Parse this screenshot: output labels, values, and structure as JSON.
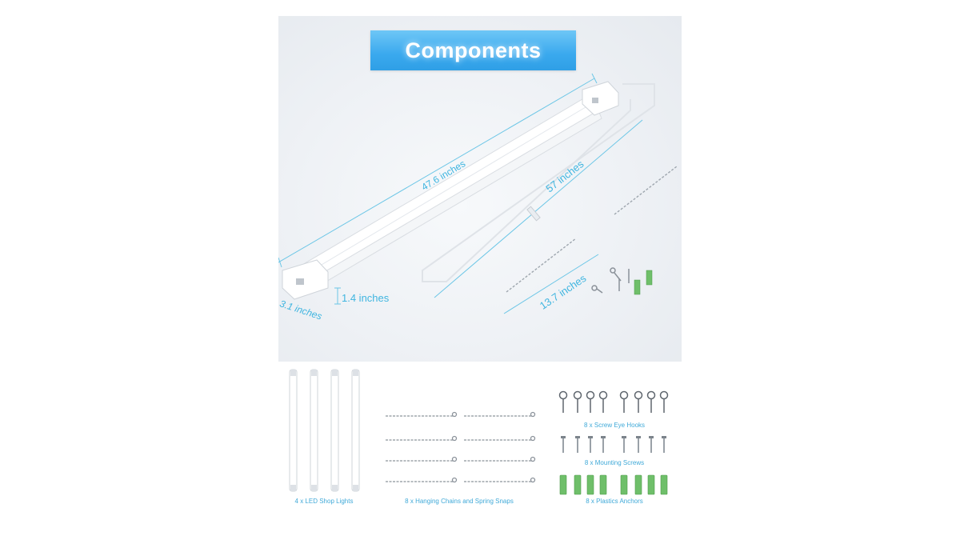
{
  "banner": {
    "title": "Components"
  },
  "dimensions": {
    "length": "47.6 inches",
    "cord_length": "57 inches",
    "chain_length": "13.7 inches",
    "height": "1.4 inches",
    "width": "3.1 inches"
  },
  "components": [
    {
      "caption": "4 x LED Shop Lights"
    },
    {
      "caption": "8 x Hanging Chains and Spring Snaps"
    },
    {
      "caption": "8 x Screw Eye Hooks"
    },
    {
      "caption": "8 x Mounting Screws"
    },
    {
      "caption": "8 x Plastics Anchors"
    }
  ],
  "colors": {
    "banner": "#3aa9ee",
    "dimension": "#3fb5e0",
    "anchor": "#6fbf6a"
  }
}
